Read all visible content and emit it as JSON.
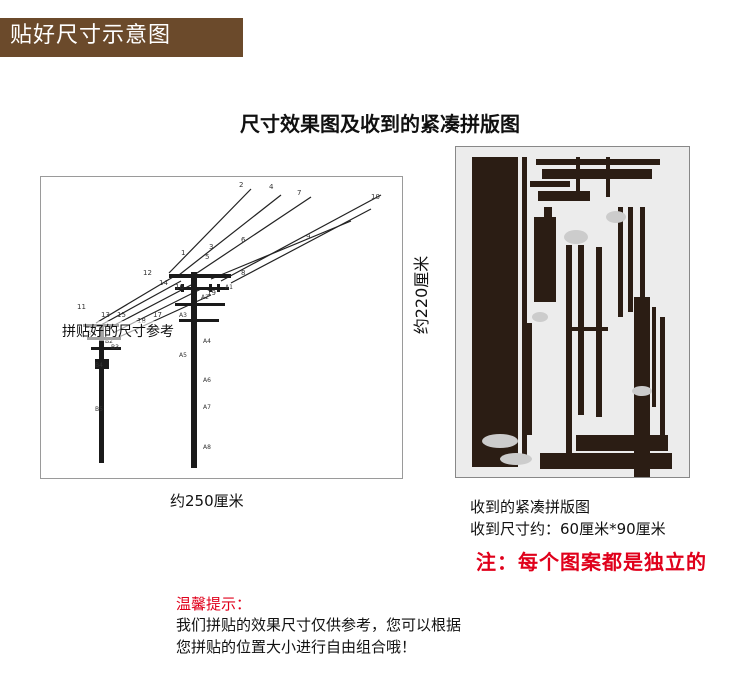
{
  "header": {
    "title": "贴好尺寸示意图"
  },
  "main_title": "尺寸效果图及收到的紧凑拼版图",
  "left_panel": {
    "overlay_label": "拼贴好的尺寸参考",
    "numbers": [
      "1",
      "2",
      "3",
      "4",
      "5",
      "6",
      "7",
      "8",
      "9",
      "10",
      "11",
      "12",
      "13",
      "14",
      "15",
      "16",
      "17",
      "18",
      "19"
    ],
    "codes": [
      "A1",
      "A2",
      "A3",
      "A4",
      "A5",
      "A6",
      "A7",
      "A8",
      "B1",
      "B2",
      "B3",
      "B4",
      "B5"
    ]
  },
  "size_height": "约220厘米",
  "size_width": "约250厘米",
  "right_caption": {
    "line1": "收到的紧凑拼版图",
    "line2": "收到尺寸约：60厘米*90厘米"
  },
  "note": "注：每个图案都是独立的",
  "tips": {
    "heading": "温馨提示：",
    "line1": "我们拼贴的效果尺寸仅供参考，您可以根据",
    "line2": "您拼贴的位置大小进行自由组合哦！"
  },
  "colors": {
    "header_bg": "#6b4a2b",
    "note_red": "#e0001b",
    "ink": "#111111"
  }
}
